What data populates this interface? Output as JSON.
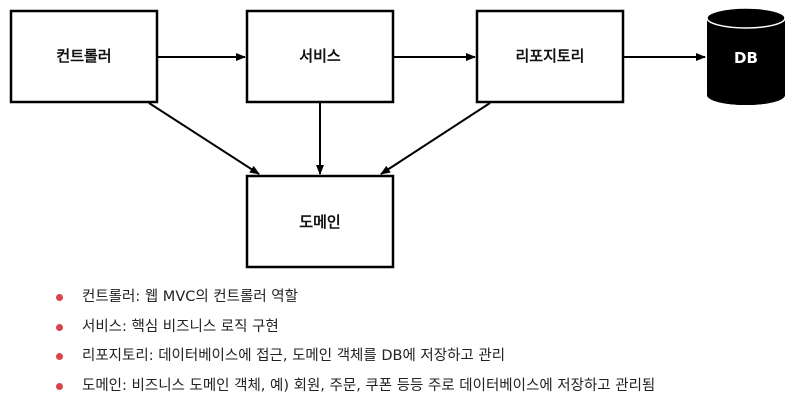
{
  "diagram": {
    "controller": "컨트롤러",
    "service": "서비스",
    "repository": "리포지토리",
    "db": "DB",
    "domain": "도메인"
  },
  "notes": [
    "컨트롤러: 웹 MVC의 컨트롤러 역할",
    "서비스: 핵심 비즈니스 로직 구현",
    "리포지토리: 데이터베이스에 접근, 도메인 객체를 DB에 저장하고 관리",
    "도메인: 비즈니스 도메인 객체, 예) 회원, 주문, 쿠폰 등등 주로 데이터베이스에 저장하고 관리됨"
  ],
  "colors": {
    "bullet": "#d9434c",
    "db_fill": "#000000",
    "box_stroke": "#000000"
  }
}
